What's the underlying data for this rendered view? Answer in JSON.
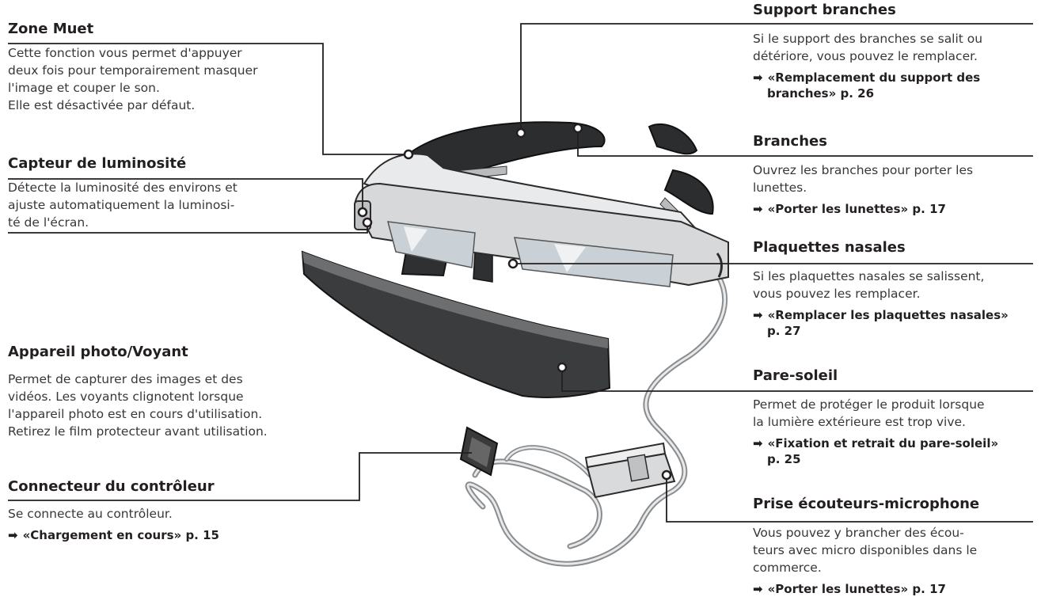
{
  "left": {
    "zone_muet": {
      "title": "Zone Muet",
      "lines": [
        "Cette fonction vous permet d'appuyer",
        "deux fois pour temporairement masquer",
        "l'image et couper le son.",
        "Elle est désactivée par défaut."
      ]
    },
    "capteur": {
      "title": "Capteur de luminosité",
      "lines": [
        "Détecte la luminosité des environs et",
        "ajuste automatiquement la luminosi-",
        "té de l'écran."
      ]
    },
    "appareil": {
      "title": "Appareil photo/Voyant",
      "lines": [
        "Permet de capturer des images et des",
        "vidéos. Les voyants clignotent lorsque",
        "l'appareil photo est en cours d'utilisation.",
        "Retirez le film protecteur avant utilisation."
      ]
    },
    "connecteur": {
      "title": "Connecteur du contrôleur",
      "lines": [
        "Se connecte au contrôleur."
      ],
      "ref_arrow": "➡",
      "ref_text": "«Chargement en cours» p. 15"
    }
  },
  "right": {
    "support": {
      "title": "Support branches",
      "lines": [
        "Si le support des branches se salit ou",
        "détériore, vous pouvez le remplacer."
      ],
      "ref_arrow": "➡",
      "ref_text": "«Remplacement du support des",
      "ref_text2": "branches» p. 26"
    },
    "branches": {
      "title": "Branches",
      "lines": [
        "Ouvrez les branches pour porter les",
        "lunettes."
      ],
      "ref_arrow": "➡",
      "ref_text": "«Porter les lunettes» p. 17"
    },
    "plaquettes": {
      "title": "Plaquettes nasales",
      "lines": [
        "Si les plaquettes nasales se salissent,",
        "vous pouvez les remplacer."
      ],
      "ref_arrow": "➡",
      "ref_text": "«Remplacer les plaquettes nasales»",
      "ref_text2": "p. 27"
    },
    "pare_soleil": {
      "title": "Pare-soleil",
      "lines": [
        "Permet de protéger le produit lorsque",
        "la lumière extérieure est trop vive."
      ],
      "ref_arrow": "➡",
      "ref_text": "«Fixation et retrait du pare-soleil»",
      "ref_text2": "p. 25"
    },
    "prise": {
      "title": "Prise écouteurs-microphone",
      "lines": [
        "Vous pouvez y brancher des écou-",
        "teurs avec micro disponibles dans le",
        "commerce."
      ],
      "ref_arrow": "➡",
      "ref_text": "«Porter les lunettes» p. 17"
    }
  }
}
